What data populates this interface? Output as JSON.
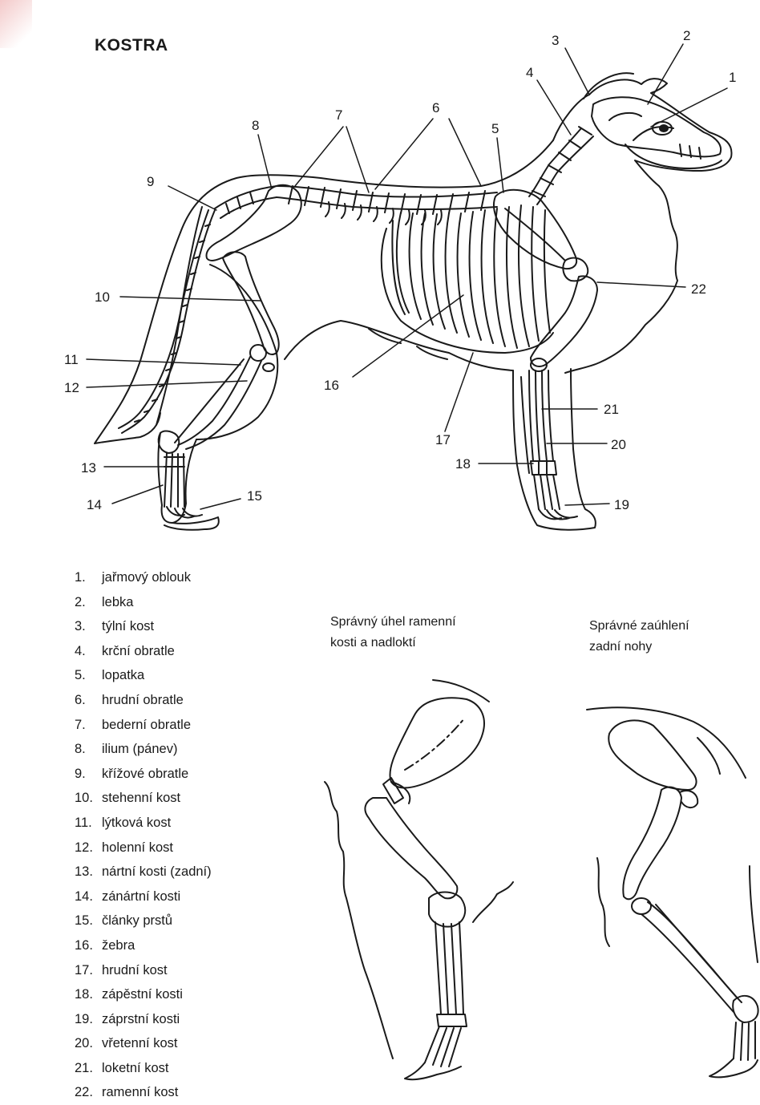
{
  "title": "KOSTRA",
  "callout_numbers": [
    "1",
    "2",
    "3",
    "4",
    "5",
    "6",
    "7",
    "8",
    "9",
    "10",
    "11",
    "12",
    "13",
    "14",
    "15",
    "16",
    "17",
    "18",
    "19",
    "20",
    "21",
    "22"
  ],
  "legend": [
    {
      "num": "1.",
      "label": "jařmový oblouk"
    },
    {
      "num": "2.",
      "label": "lebka"
    },
    {
      "num": "3.",
      "label": "týlní kost"
    },
    {
      "num": "4.",
      "label": "krční obratle"
    },
    {
      "num": "5.",
      "label": "lopatka"
    },
    {
      "num": "6.",
      "label": "hrudní obratle"
    },
    {
      "num": "7.",
      "label": "bederní obratle"
    },
    {
      "num": "8.",
      "label": "ilium (pánev)"
    },
    {
      "num": "9.",
      "label": "křížové obratle"
    },
    {
      "num": "10.",
      "label": "stehenní kost"
    },
    {
      "num": "11.",
      "label": "lýtková kost"
    },
    {
      "num": "12.",
      "label": "holenní kost"
    },
    {
      "num": "13.",
      "label": "nártní kosti (zadní)"
    },
    {
      "num": "14.",
      "label": "zánártní kosti"
    },
    {
      "num": "15.",
      "label": "články prstů"
    },
    {
      "num": "16.",
      "label": "žebra"
    },
    {
      "num": "17.",
      "label": "hrudní kost"
    },
    {
      "num": "18.",
      "label": "zápěstní kosti"
    },
    {
      "num": "19.",
      "label": "záprstní kosti"
    },
    {
      "num": "20.",
      "label": "vřetenní kost"
    },
    {
      "num": "21.",
      "label": "loketní kost"
    },
    {
      "num": "22.",
      "label": "ramenní kost"
    }
  ],
  "captions": {
    "shoulder": [
      "Správný úhel ramenní",
      "kosti a nadloktí"
    ],
    "hind": [
      "Správné zaúhlení",
      "zadní nohy"
    ]
  }
}
